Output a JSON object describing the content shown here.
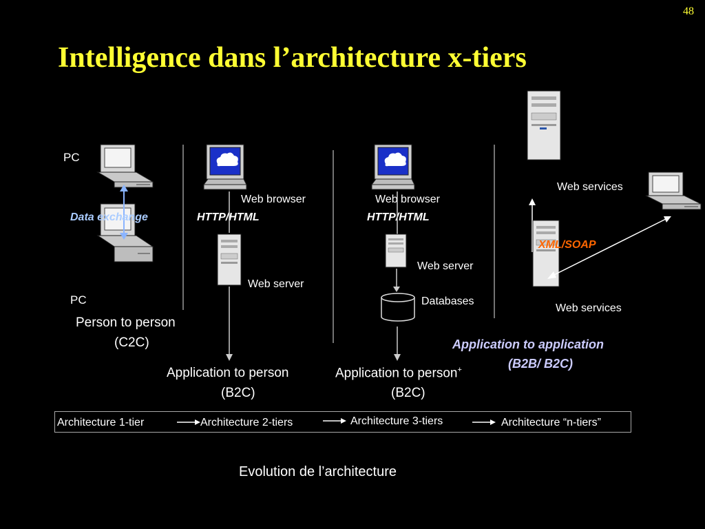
{
  "slide": {
    "page_number": "48",
    "title": "Intelligence dans l’architecture x-tiers",
    "caption": "Evolution de l’architecture"
  },
  "col1": {
    "pc_top": "PC",
    "pc_bottom": "PC",
    "data_exchange": "Data exchange",
    "label_line1": "Person to person",
    "label_line2": "(C2C)"
  },
  "col2": {
    "web_browser": "Web browser",
    "protocol": "HTTP/HTML",
    "web_server": "Web server",
    "label_line1": "Application to person",
    "label_line2": "(B2C)"
  },
  "col3": {
    "web_browser": "Web browser",
    "protocol": "HTTP/HTML",
    "web_server": "Web server",
    "databases": "Databases",
    "label_line1": "Application to person",
    "label_sup": "+",
    "label_line2": "(B2C)"
  },
  "col4": {
    "web_services_top": "Web services",
    "protocol": "XML/SOAP",
    "web_services_bottom": "Web services",
    "label_line1": "Application to application",
    "label_line2": "(B2B/ B2C)"
  },
  "evolution": [
    "Architecture 1-tier",
    "Architecture 2-tiers",
    "Architecture 3-tiers",
    "Architecture “n-tiers”"
  ],
  "colors": {
    "title": "#ffff33",
    "data_exchange": "#aaccff",
    "xml_soap": "#ff6600",
    "b2b_label": "#ccccff",
    "separator": "#999999"
  }
}
